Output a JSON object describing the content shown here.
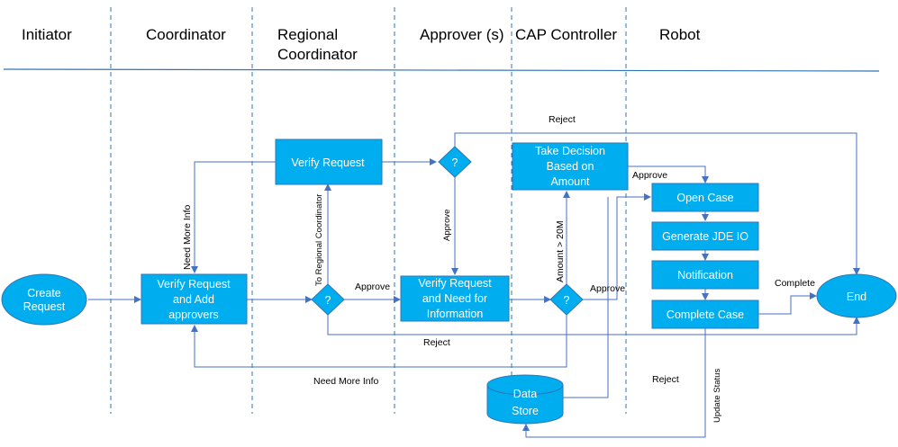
{
  "lanes": [
    "Initiator",
    "Coordinator",
    "Regional",
    "Coordinator",
    "Approver (s)",
    "CAP Controller",
    "Robot"
  ],
  "nodes": {
    "create_request": [
      "Create",
      "Request"
    ],
    "verify_add_approvers": [
      "Verify Request",
      "and Add",
      "approvers"
    ],
    "verify_request": "Verify Request",
    "decision": "?",
    "verify_need_info": [
      "Verify Request",
      "and Need for",
      "Information"
    ],
    "take_decision": [
      "Take Decision",
      "Based on",
      "Amount"
    ],
    "open_case": "Open Case",
    "generate_jde": "Generate JDE IO",
    "notification": "Notification",
    "complete_case": "Complete Case",
    "end": "End",
    "data_store": [
      "Data",
      "Store"
    ]
  },
  "edge_labels": {
    "reject_top": "Reject",
    "need_more_info_vertical": "Need More Info",
    "to_regional_coordinator": "To Regional Coordinator",
    "approve_1": "Approve",
    "approve_vertical": "Approve",
    "amount_gt_20m": "Amount > 20M",
    "approve_2": "Approve",
    "approve_3": "Approve",
    "complete": "Complete",
    "reject_mid": "Reject",
    "need_more_info_bottom": "Need  More Info",
    "reject_robot": "Reject",
    "update_status": "Update Status"
  },
  "colors": {
    "node_fill": "#00aeef",
    "edge": "#4472c4",
    "lane_line": "#2e75b6"
  }
}
